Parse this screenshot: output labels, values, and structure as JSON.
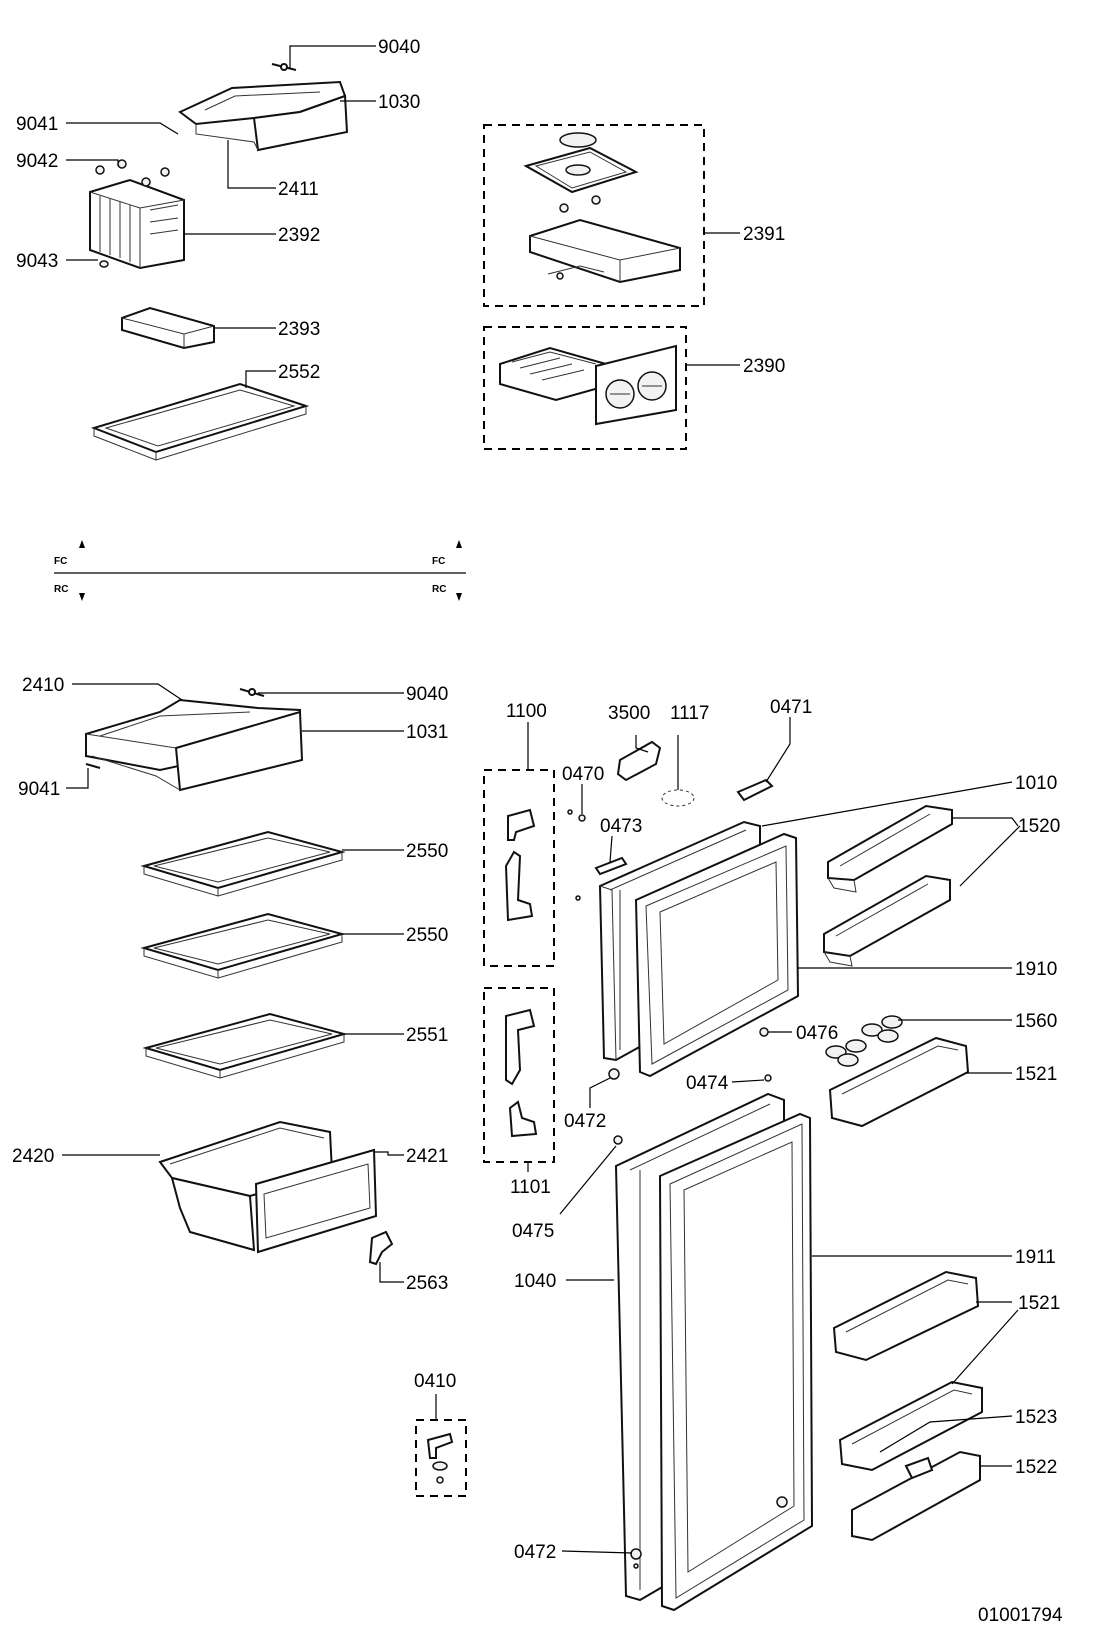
{
  "document_id": "01001794",
  "compartment_divider": {
    "left_top": "FC",
    "left_bottom": "RC",
    "right_top": "FC",
    "right_bottom": "RC"
  },
  "labels": {
    "l9040a": "9040",
    "l1030": "1030",
    "l9041a": "9041",
    "l9042": "9042",
    "l2411": "2411",
    "l2392": "2392",
    "l9043": "9043",
    "l2393": "2393",
    "l2552": "2552",
    "l2391": "2391",
    "l2390": "2390",
    "l2410": "2410",
    "l9040b": "9040",
    "l1031": "1031",
    "l9041b": "9041",
    "l2550a": "2550",
    "l2550b": "2550",
    "l2551": "2551",
    "l2420": "2420",
    "l2421": "2421",
    "l2563": "2563",
    "l0410": "0410",
    "l1100": "1100",
    "l3500": "3500",
    "l1117": "1117",
    "l0471": "0471",
    "l0470": "0470",
    "l0473": "0473",
    "l1010": "1010",
    "l1520": "1520",
    "l1910": "1910",
    "l0476": "0476",
    "l1560": "1560",
    "l0474": "0474",
    "l1521a": "1521",
    "l0472a": "0472",
    "l1101": "1101",
    "l0475": "0475",
    "l1911": "1911",
    "l1040": "1040",
    "l1521b": "1521",
    "l1523": "1523",
    "l1522": "1522",
    "l0472b": "0472"
  }
}
